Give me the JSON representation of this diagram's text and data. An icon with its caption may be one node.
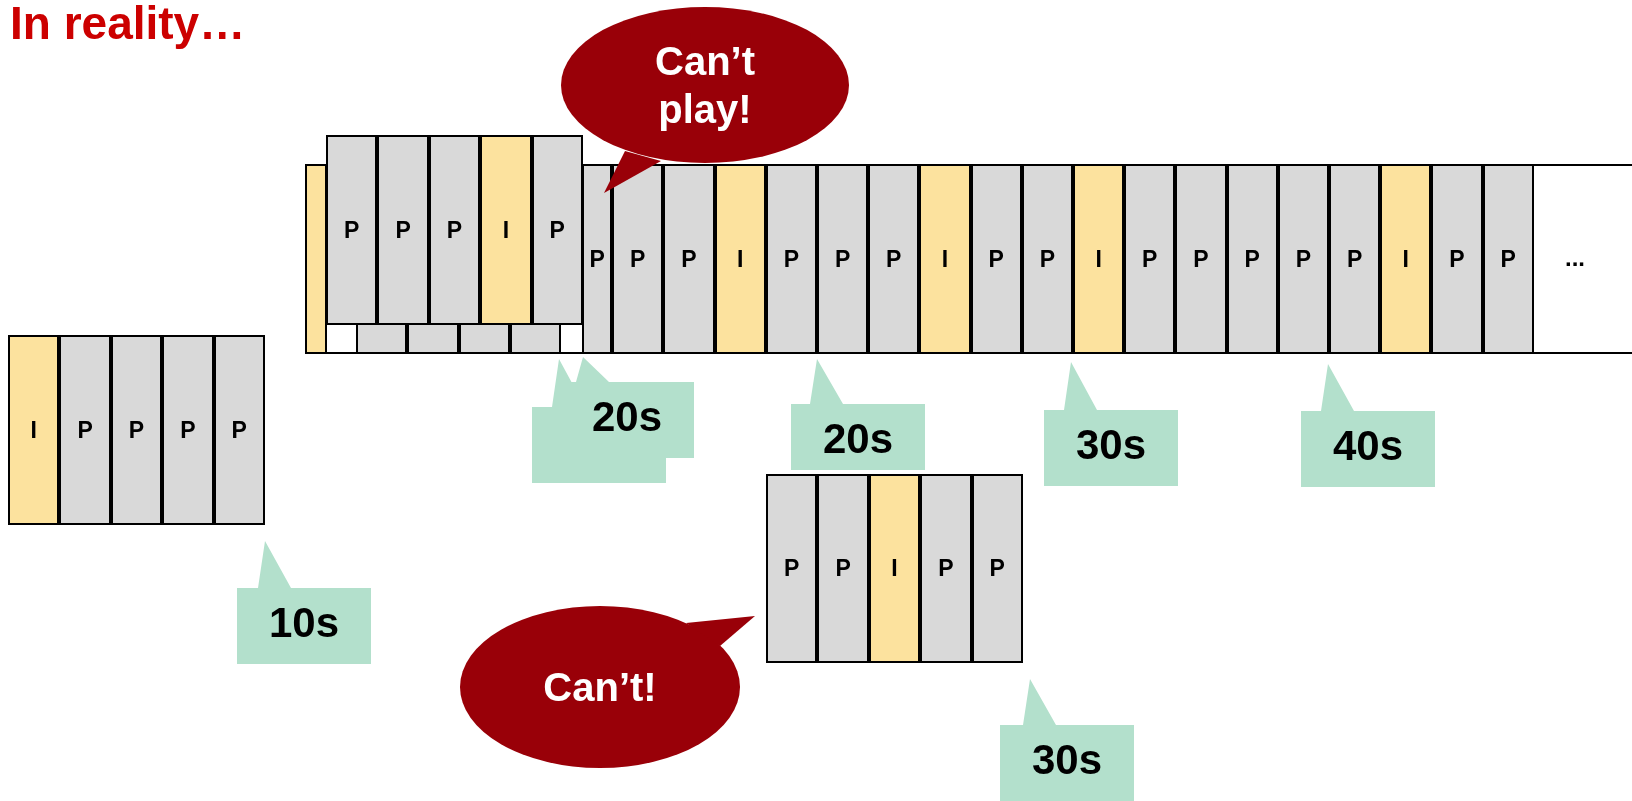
{
  "diagram": {
    "title": "In reality…",
    "nodes": [
      {
        "text": [],
        "shape": "box"
      },
      {
        "text": [
          "I"
        ],
        "in": 0
      },
      {
        "text": [
          "P"
        ],
        "in": 0
      },
      {
        "text": [
          "P"
        ],
        "in": 0
      },
      {
        "text": [
          "P"
        ],
        "in": 0
      },
      {
        "text": [
          "P"
        ],
        "in": 0
      },
      {
        "text": [],
        "shape": "box"
      },
      {
        "text": [],
        "shape": "box",
        "in": 6
      },
      {
        "text": [],
        "shape": "box",
        "in": 6
      },
      {
        "text": [],
        "shape": "box",
        "in": 6
      },
      {
        "text": [],
        "shape": "box",
        "in": 6
      },
      {
        "text": [],
        "shape": "box",
        "in": 6
      },
      {
        "text": [
          "P"
        ],
        "in": 6
      },
      {
        "text": [
          "P"
        ],
        "in": 6
      },
      {
        "text": [
          "P"
        ],
        "in": 6
      },
      {
        "text": [
          "I"
        ],
        "in": 6
      },
      {
        "text": [
          "P"
        ],
        "in": 6
      },
      {
        "text": [
          "P"
        ],
        "in": 6
      },
      {
        "text": [
          "P"
        ],
        "in": 6
      },
      {
        "text": [
          "I"
        ],
        "in": 6
      },
      {
        "text": [
          "P"
        ],
        "in": 6
      },
      {
        "text": [
          "P"
        ],
        "in": 6
      },
      {
        "text": [
          "I"
        ],
        "in": 6
      },
      {
        "text": [
          "P"
        ],
        "in": 6
      },
      {
        "text": [
          "P"
        ],
        "in": 6
      },
      {
        "text": [
          "P"
        ],
        "in": 6
      },
      {
        "text": [
          "P"
        ],
        "in": 6
      },
      {
        "text": [
          "P"
        ],
        "in": 6
      },
      {
        "text": [
          "I"
        ],
        "in": 6
      },
      {
        "text": [
          "P"
        ],
        "in": 6
      },
      {
        "text": [
          "P"
        ],
        "in": 6
      },
      {
        "text": [],
        "shape": "box"
      },
      {
        "text": [
          "P"
        ],
        "in": 31
      },
      {
        "text": [
          "P"
        ],
        "in": 31
      },
      {
        "text": [
          "P"
        ],
        "in": 31
      },
      {
        "text": [
          "I"
        ],
        "in": 31
      },
      {
        "text": [
          "P"
        ],
        "in": 31
      },
      {
        "text": [],
        "shape": "box"
      },
      {
        "text": [
          "P"
        ],
        "in": 37
      },
      {
        "text": [
          "P"
        ],
        "in": 37
      },
      {
        "text": [
          "I"
        ],
        "in": 37
      },
      {
        "text": [
          "P"
        ],
        "in": 37
      },
      {
        "text": [
          "P"
        ],
        "in": 37
      },
      {
        "text": [
          "Can’t play!"
        ]
      },
      {
        "text": [
          "Can’t!"
        ]
      },
      {
        "text": [
          "10s"
        ]
      },
      {
        "text": [],
        "shape": "box"
      },
      {
        "text": [
          "20s"
        ]
      },
      {
        "text": [
          "20s"
        ]
      },
      {
        "text": [
          "30s"
        ]
      },
      {
        "text": [
          "40s"
        ]
      },
      {
        "text": [
          "30s"
        ]
      }
    ],
    "labels": [
      "..."
    ]
  }
}
